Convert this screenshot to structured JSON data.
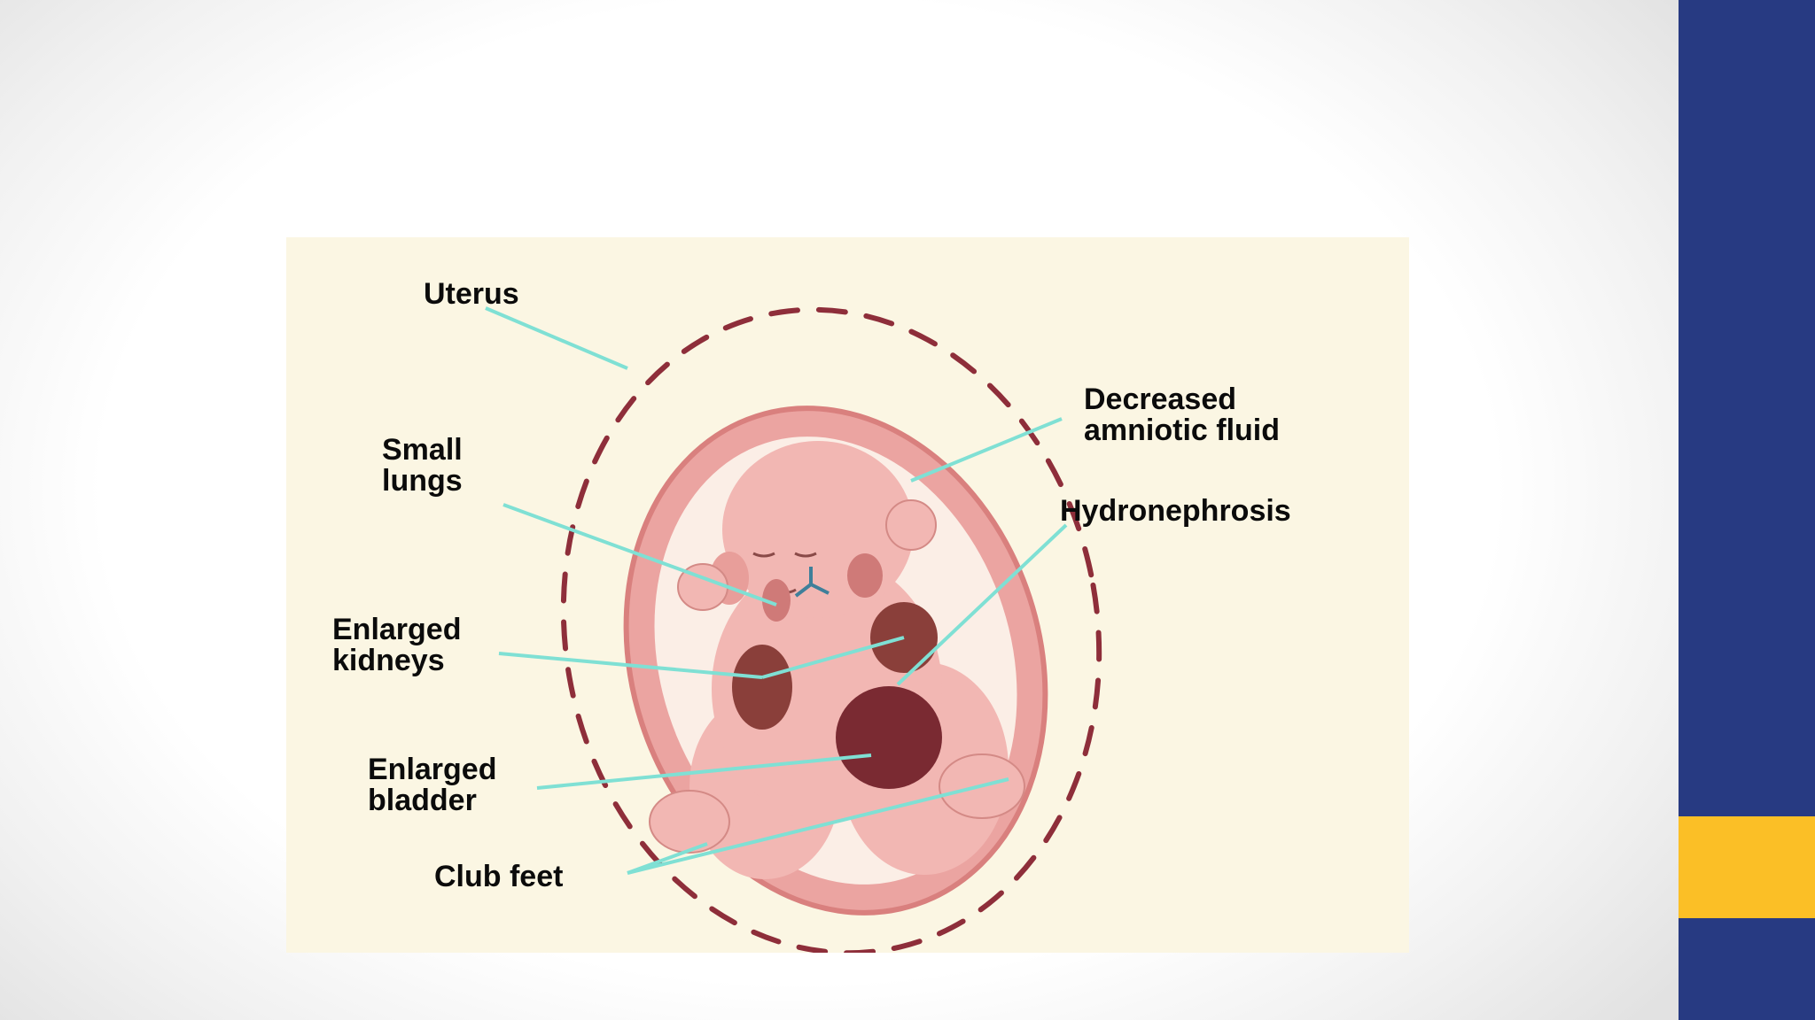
{
  "colors": {
    "figure_bg": "#fbf6e3",
    "leader_line": "#7fe0d4",
    "uterus_dash": "#8e2e3a",
    "sac": "#eba4a1",
    "skin": "#f2b7b3",
    "organ_dark": "#8a3f3a",
    "bladder": "#7a2a32",
    "side_bar": "#273a82",
    "side_accent": "#fbbf26"
  },
  "labels": {
    "uterus": "Uterus",
    "decreased_amniotic_fluid": [
      "Decreased",
      "amniotic fluid"
    ],
    "small_lungs": [
      "Small",
      "lungs"
    ],
    "hydronephrosis": "Hydronephrosis",
    "enlarged_kidneys": [
      "Enlarged",
      "kidneys"
    ],
    "enlarged_bladder": [
      "Enlarged",
      "bladder"
    ],
    "club_feet": "Club feet"
  }
}
